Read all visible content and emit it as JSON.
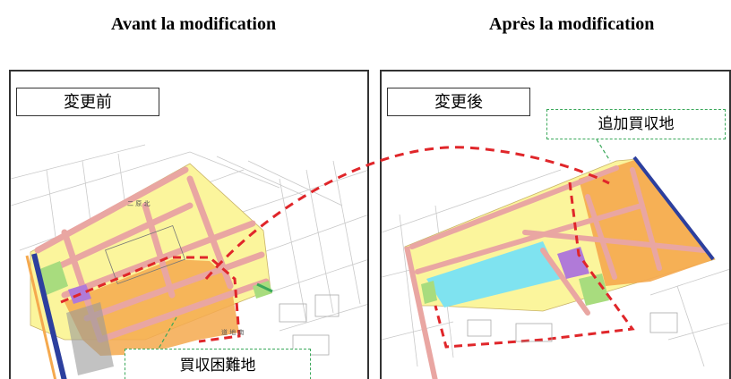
{
  "headings": {
    "before": "Avant la modification",
    "after": "Après la modification"
  },
  "panels": {
    "before": {
      "label": "変更前",
      "callout": "買収困難地",
      "district_label": "二 原 北",
      "station_label": "道 地 南"
    },
    "after": {
      "label": "変更後",
      "callout": "追加買収地"
    }
  },
  "colors": {
    "residential_zone": "#fbf59c",
    "commercial_zone": "#f5a94e",
    "road": "#e9a6a2",
    "boundary_dashed": "#e0262a",
    "park": "#a8dc7e",
    "public_facility": "#b07ad8",
    "railway": "#2c3f9e",
    "water_area": "#7fe3f0",
    "callout_border": "#3aa85a"
  }
}
